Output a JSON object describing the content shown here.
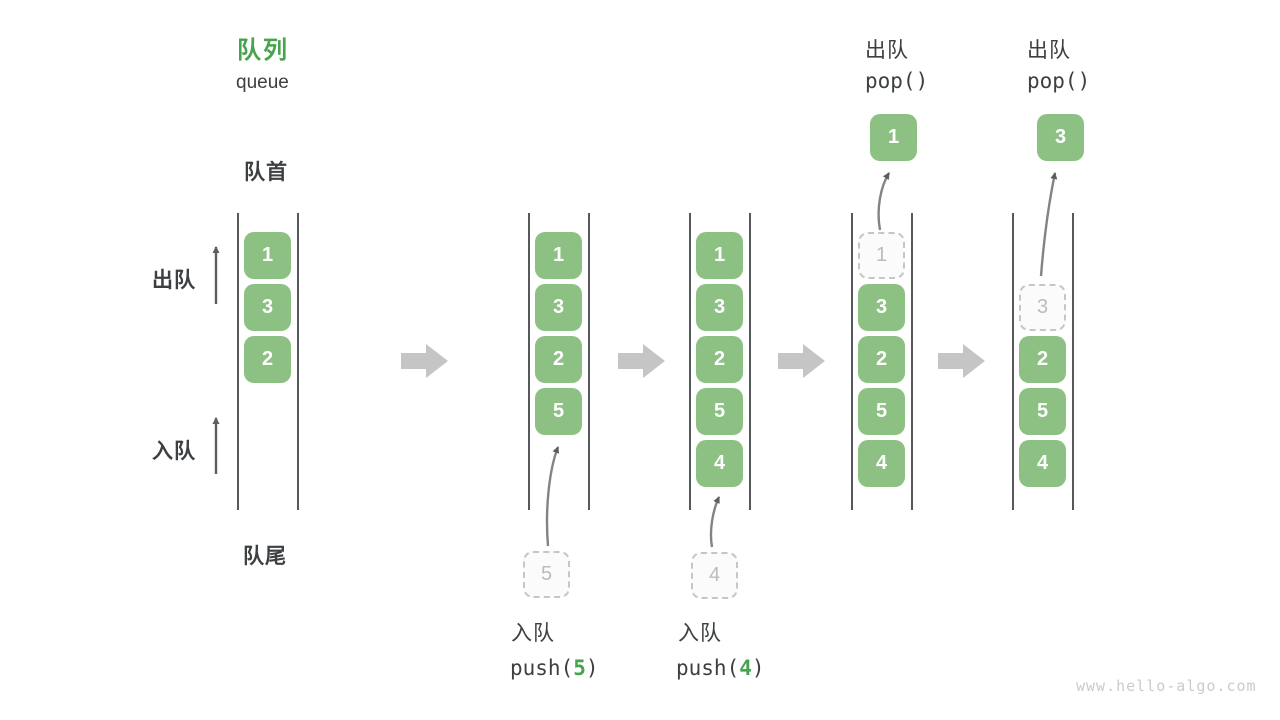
{
  "title": {
    "zh": "队列",
    "en": "queue"
  },
  "endpoints": {
    "front": "队首",
    "rear": "队尾"
  },
  "side_ops": {
    "dequeue": "出队",
    "enqueue": "入队"
  },
  "states": [
    {
      "blocks": [
        "1",
        "3",
        "2"
      ]
    },
    {
      "blocks": [
        "1",
        "3",
        "2",
        "5"
      ],
      "pending": "5",
      "op": {
        "zh": "入队",
        "code_pre": "push(",
        "arg": "5",
        "code_post": ")"
      }
    },
    {
      "blocks": [
        "1",
        "3",
        "2",
        "5",
        "4"
      ],
      "pending": "4",
      "op": {
        "zh": "入队",
        "code_pre": "push(",
        "arg": "4",
        "code_post": ")"
      }
    },
    {
      "ghost": "1",
      "blocks": [
        "3",
        "2",
        "5",
        "4"
      ],
      "popped": "1",
      "op": {
        "zh": "出队",
        "code": "pop()"
      }
    },
    {
      "ghost": "3",
      "blocks": [
        "2",
        "5",
        "4"
      ],
      "popped": "3",
      "op": {
        "zh": "出队",
        "code": "pop()"
      }
    }
  ],
  "watermark": "www.hello-algo.com",
  "colors": {
    "block_green": "#8dc184",
    "accent_green": "#47a34e",
    "dark_text": "#3c4043",
    "line_gray": "#55585c",
    "arrow_gray": "#5b5e62",
    "block_arrow_gray": "#c5c5c5",
    "ghost_border": "#c6c6c6",
    "ghost_text": "#bcbcbc",
    "watermark_gray": "#c9cbcd"
  }
}
